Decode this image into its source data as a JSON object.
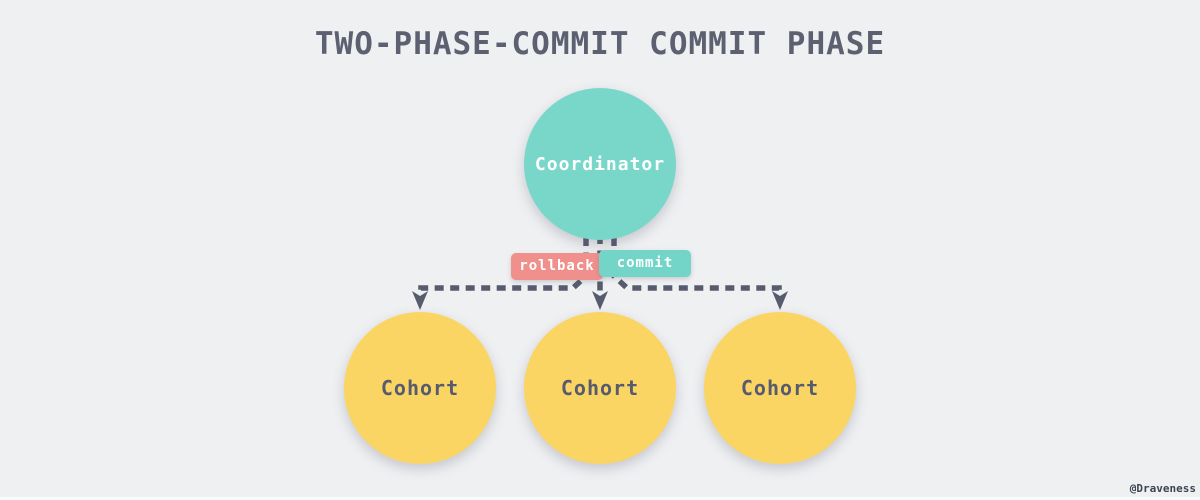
{
  "title": "TWO-PHASE-COMMIT COMMIT PHASE",
  "watermark": "@Draveness",
  "diagram": {
    "coordinator": {
      "label": "Coordinator",
      "color": "#79d7ca"
    },
    "cohorts": [
      {
        "label": "Cohort",
        "color": "#fbd563"
      },
      {
        "label": "Cohort",
        "color": "#fbd563"
      },
      {
        "label": "Cohort",
        "color": "#fbd563"
      }
    ],
    "messages": [
      {
        "label": "rollback",
        "color": "#f0908d"
      },
      {
        "label": "commit",
        "color": "#72d5c7"
      }
    ],
    "connector_color": "#565b6e",
    "background_color": "#eff0f2",
    "text_color": "#5c6070"
  }
}
